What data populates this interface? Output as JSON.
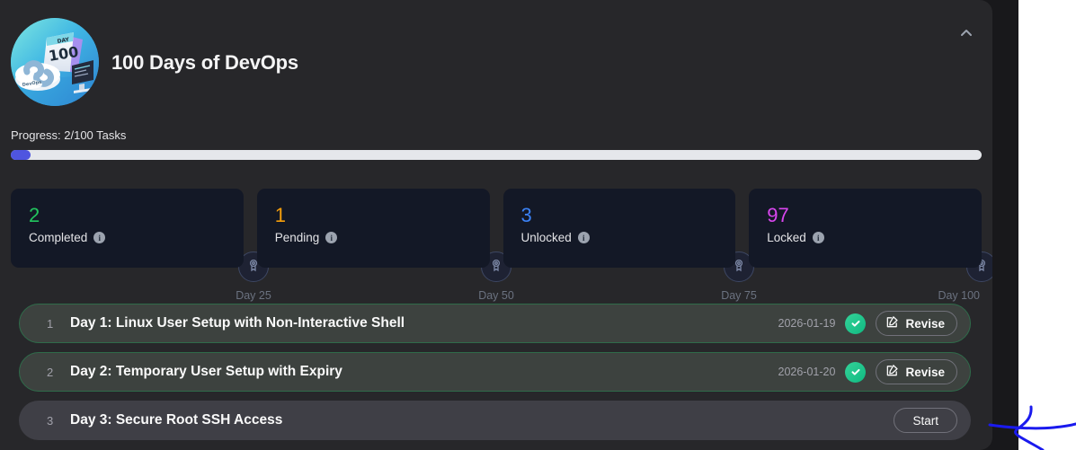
{
  "header": {
    "title": "100 Days of DevOps",
    "logo_icon": "day-100-devops-illustration",
    "collapse_icon": "chevron-up-icon"
  },
  "progress": {
    "label": "Progress: 2/100 Tasks",
    "completed": 2,
    "total": 100,
    "percent": 2,
    "fill_color": "#4f55e0",
    "track_color": "#e5e7eb",
    "milestones": [
      {
        "label": "Day 25",
        "percent": 25,
        "icon": "medal-icon"
      },
      {
        "label": "Day 50",
        "percent": 50,
        "icon": "medal-icon"
      },
      {
        "label": "Day 75",
        "percent": 75,
        "icon": "medal-icon"
      },
      {
        "label": "Day 100",
        "percent": 100,
        "icon": "medal-icon"
      }
    ]
  },
  "stats": [
    {
      "value": "2",
      "label": "Completed",
      "color": "#22c55e",
      "info_icon": "info-icon"
    },
    {
      "value": "1",
      "label": "Pending",
      "color": "#f59e0b",
      "info_icon": "info-icon"
    },
    {
      "value": "3",
      "label": "Unlocked",
      "color": "#3b82f6",
      "info_icon": "info-icon"
    },
    {
      "value": "97",
      "label": "Locked",
      "color": "#d946ef",
      "info_icon": "info-icon"
    }
  ],
  "tasks": [
    {
      "num": "1",
      "title": "Day 1: Linux User Setup with Non-Interactive Shell",
      "date": "2026-01-19",
      "status": "done",
      "status_icon": "check-circle-icon",
      "action_label": "Revise",
      "action_icon": "edit-square-icon"
    },
    {
      "num": "2",
      "title": "Day 2: Temporary User Setup with Expiry",
      "date": "2026-01-20",
      "status": "done",
      "status_icon": "check-circle-icon",
      "action_label": "Revise",
      "action_icon": "edit-square-icon"
    },
    {
      "num": "3",
      "title": "Day 3: Secure Root SSH Access",
      "date": "",
      "status": "todo",
      "status_icon": "",
      "action_label": "Start",
      "action_icon": ""
    }
  ],
  "annotation": {
    "icon": "blue-pen-scribble",
    "color": "#1a1aee"
  }
}
